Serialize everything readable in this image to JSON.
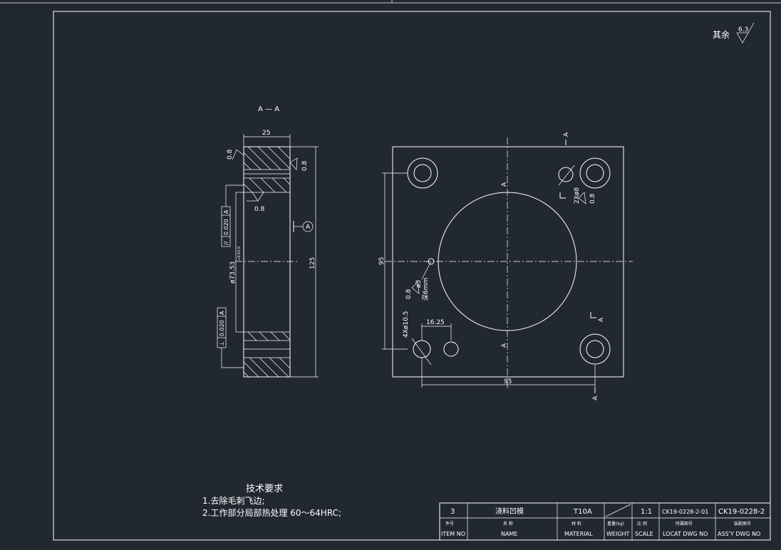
{
  "section_label": "A — A",
  "roughness_note": {
    "prefix": "其余",
    "value": "6.3"
  },
  "section_view": {
    "dim_width": "25",
    "dim_height": "125",
    "dim_bore": "ø73.53",
    "bore_tolerance": "+0.03 0",
    "roughness_values": [
      "0.8",
      "0.8",
      "0.8"
    ],
    "parallelism_frame": [
      "//",
      "0.020",
      "A"
    ],
    "perpendicularity_frame": [
      "⊥",
      "0.020",
      "A"
    ],
    "datum": "A"
  },
  "top_view": {
    "dim_vertical": "95",
    "dim_horizontal": "95",
    "dim_hole_offset": "16.25",
    "hole_callout_large": "4Xø10.5",
    "hole_callout_pin": "2Xø8",
    "hole_callout_pin_roughness": "0.8",
    "hole_callout_small": "ø3",
    "hole_callout_small_depth": "深6mm",
    "hole_callout_small_roughness": "0.8",
    "section_markers": [
      "A",
      "A",
      "A",
      "A",
      "A"
    ]
  },
  "tech_requirements": {
    "title": "技术要求",
    "items": [
      "1.去除毛刺飞边;",
      "2.工作部分局部热处理 60～64HRC;"
    ]
  },
  "title_block": {
    "values": [
      "3",
      "浇料凹模",
      "T10A",
      "",
      "1:1",
      "CK19-0228-2-01",
      "CK19-0228-2"
    ],
    "headers_cn": [
      "件号",
      "名 称",
      "材 料",
      "重量(kg)",
      "比 例",
      "所属图号",
      "装配图号"
    ],
    "headers_en": [
      "ITEM NO",
      "NAME",
      "MATERIAL",
      "WEIGHT",
      "SCALE",
      "LOCAT DWG NO",
      "ASS'Y DWG NO"
    ]
  }
}
